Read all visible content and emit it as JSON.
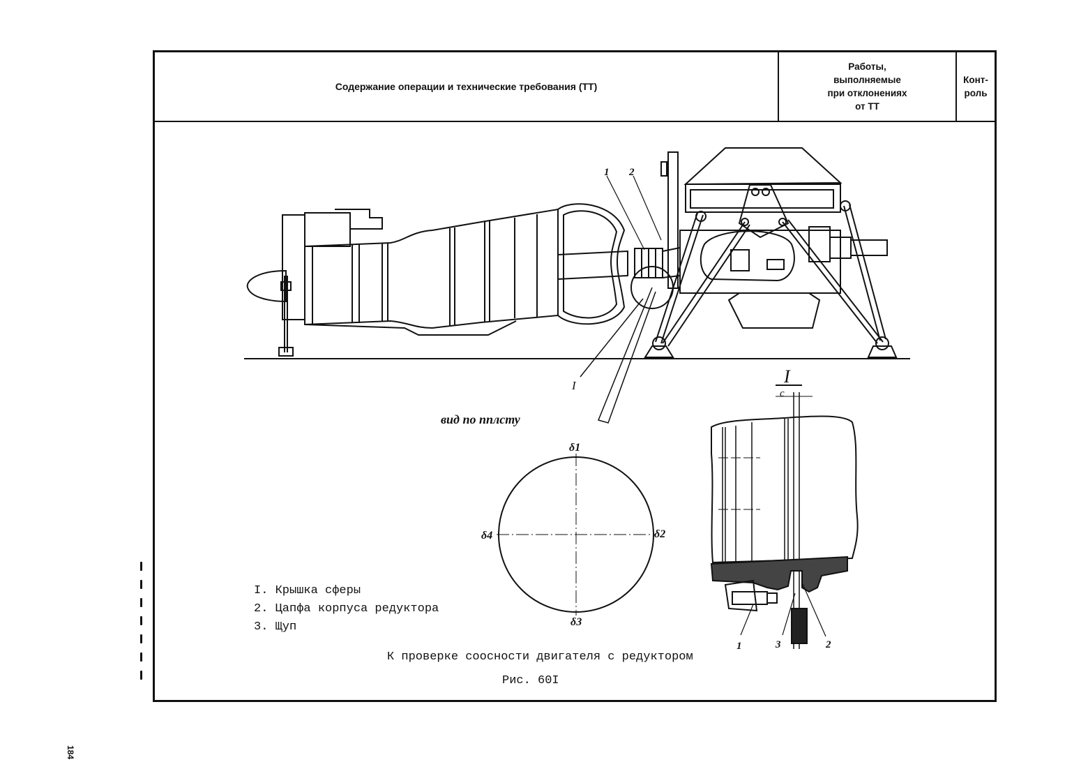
{
  "header": {
    "col_content": "Содержание операции и технические требования (ТТ)",
    "col_works": "Работы,\nвыполняемые\nпри отклонениях\nот ТТ",
    "col_control": "Конт-\nроль"
  },
  "drawing": {
    "callout_1": "1",
    "callout_2": "2",
    "detail_marker": "I",
    "view_label": "вид по пплсту",
    "detail_title": "I",
    "detail_sub": "c",
    "delta_1": "δ1",
    "delta_2": "δ2",
    "delta_3": "δ3",
    "delta_4": "δ4",
    "detail_label_1": "1",
    "detail_label_3": "3",
    "detail_label_2": "2"
  },
  "legend": {
    "item1": "I. Крышка сферы",
    "item2": "2. Цапфа корпуса редуктора",
    "item3": "3. Щуп"
  },
  "caption": "К проверке соосности двигателя с редуктором",
  "figure_number": "Рис. 60I",
  "page_number": "184",
  "icons": {
    "side_marks": "binding-marks"
  }
}
